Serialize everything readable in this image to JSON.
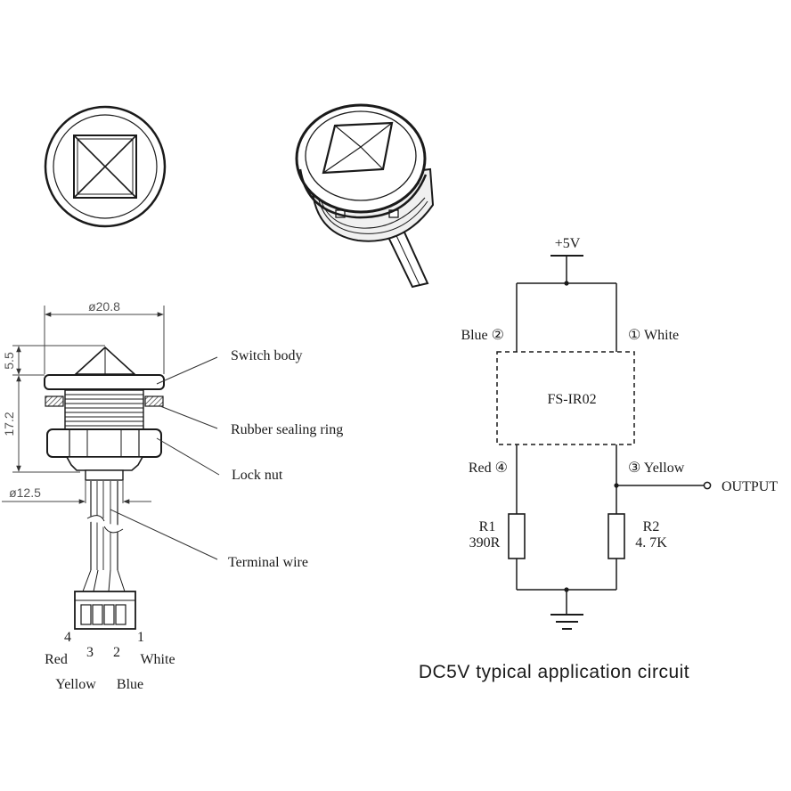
{
  "dimensions": {
    "diameter_top": "ø20.8",
    "height_top": "5.5",
    "height_body": "17.2",
    "diameter_bottom": "ø12.5"
  },
  "callouts": {
    "switch_body": "Switch body",
    "rubber_ring": "Rubber sealing ring",
    "lock_nut": "Lock nut",
    "terminal_wire": "Terminal wire"
  },
  "pins": {
    "pin4": "4",
    "pin3": "3",
    "pin2": "2",
    "pin1": "1",
    "red": "Red",
    "white": "White",
    "yellow": "Yellow",
    "blue": "Blue"
  },
  "circuit": {
    "supply": "+5V",
    "blue_pin": "Blue ②",
    "white_pin": "① White",
    "chip": "FS-IR02",
    "red_pin": "Red ④",
    "yellow_pin": "③ Yellow",
    "output": "OUTPUT",
    "r1_name": "R1",
    "r1_value": "390R",
    "r2_name": "R2",
    "r2_value": "4. 7K"
  },
  "caption": "DC5V typical application circuit"
}
